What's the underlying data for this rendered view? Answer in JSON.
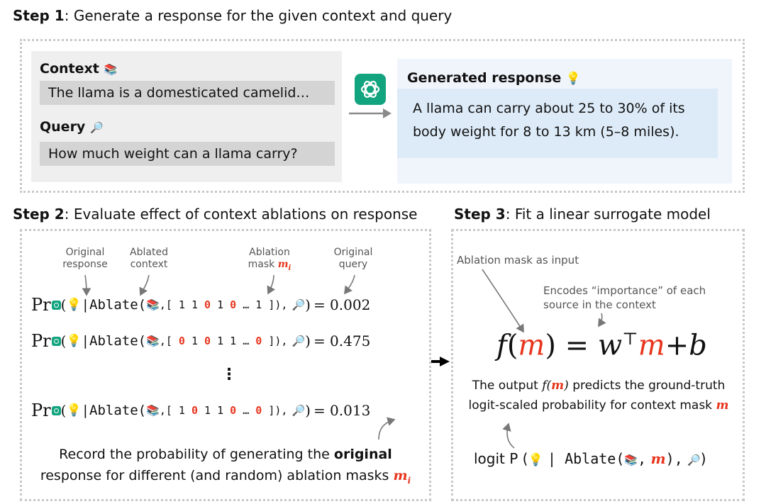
{
  "step1": {
    "label": "Step 1",
    "title": ": Generate a response for the given context and query",
    "context_header": "Context",
    "context_text": "The llama is a domesticated camelid…",
    "query_header": "Query",
    "query_text": "How much weight can a llama carry?",
    "response_header": "Generated response",
    "response_text": "A llama can carry about 25 to 30% of its body weight for 8 to 13 km (5–8 miles)."
  },
  "step2": {
    "label": "Step 2",
    "title": ": Evaluate effect of context ablations on response",
    "labels": {
      "orig_response": "Original response",
      "ablated_context": "Ablated context",
      "ablation_mask": "Ablation mask",
      "orig_query": "Original query"
    },
    "pr": "Pr",
    "ablate": "Ablate(",
    "rows": [
      {
        "mask": [
          "1",
          "1",
          "0",
          "1",
          "0",
          "…",
          "1"
        ],
        "value": "= 0.002"
      },
      {
        "mask": [
          "0",
          "1",
          "0",
          "1",
          "1",
          "…",
          "0"
        ],
        "value": "= 0.475"
      },
      {
        "mask": [
          "1",
          "0",
          "1",
          "1",
          "0",
          "…",
          "0"
        ],
        "value": "= 0.013"
      }
    ],
    "vdots": "⋮",
    "caption_pre": "Record the probability of generating the",
    "caption_bold": "original",
    "caption_post": "response for different (and random) ablation masks"
  },
  "step3": {
    "label": "Step 3",
    "title": ": Fit a linear surrogate model",
    "mask_input": "Ablation mask as input",
    "importance": "Encodes “importance” of each source in the context",
    "output_pre": "The output",
    "output_post": "predicts the ground-truth",
    "output_line2": "logit-scaled probability for context mask",
    "logit": "logit P (",
    "ablate": "Ablate("
  },
  "colors": {
    "accent_red": "#e8351d",
    "gpt_green": "#12a37f",
    "dotted_border": "#c8c8c8"
  },
  "icons": {
    "context": "books-icon",
    "query": "magnifier-icon",
    "response": "lightbulb-icon",
    "model": "openai-logo-icon"
  }
}
